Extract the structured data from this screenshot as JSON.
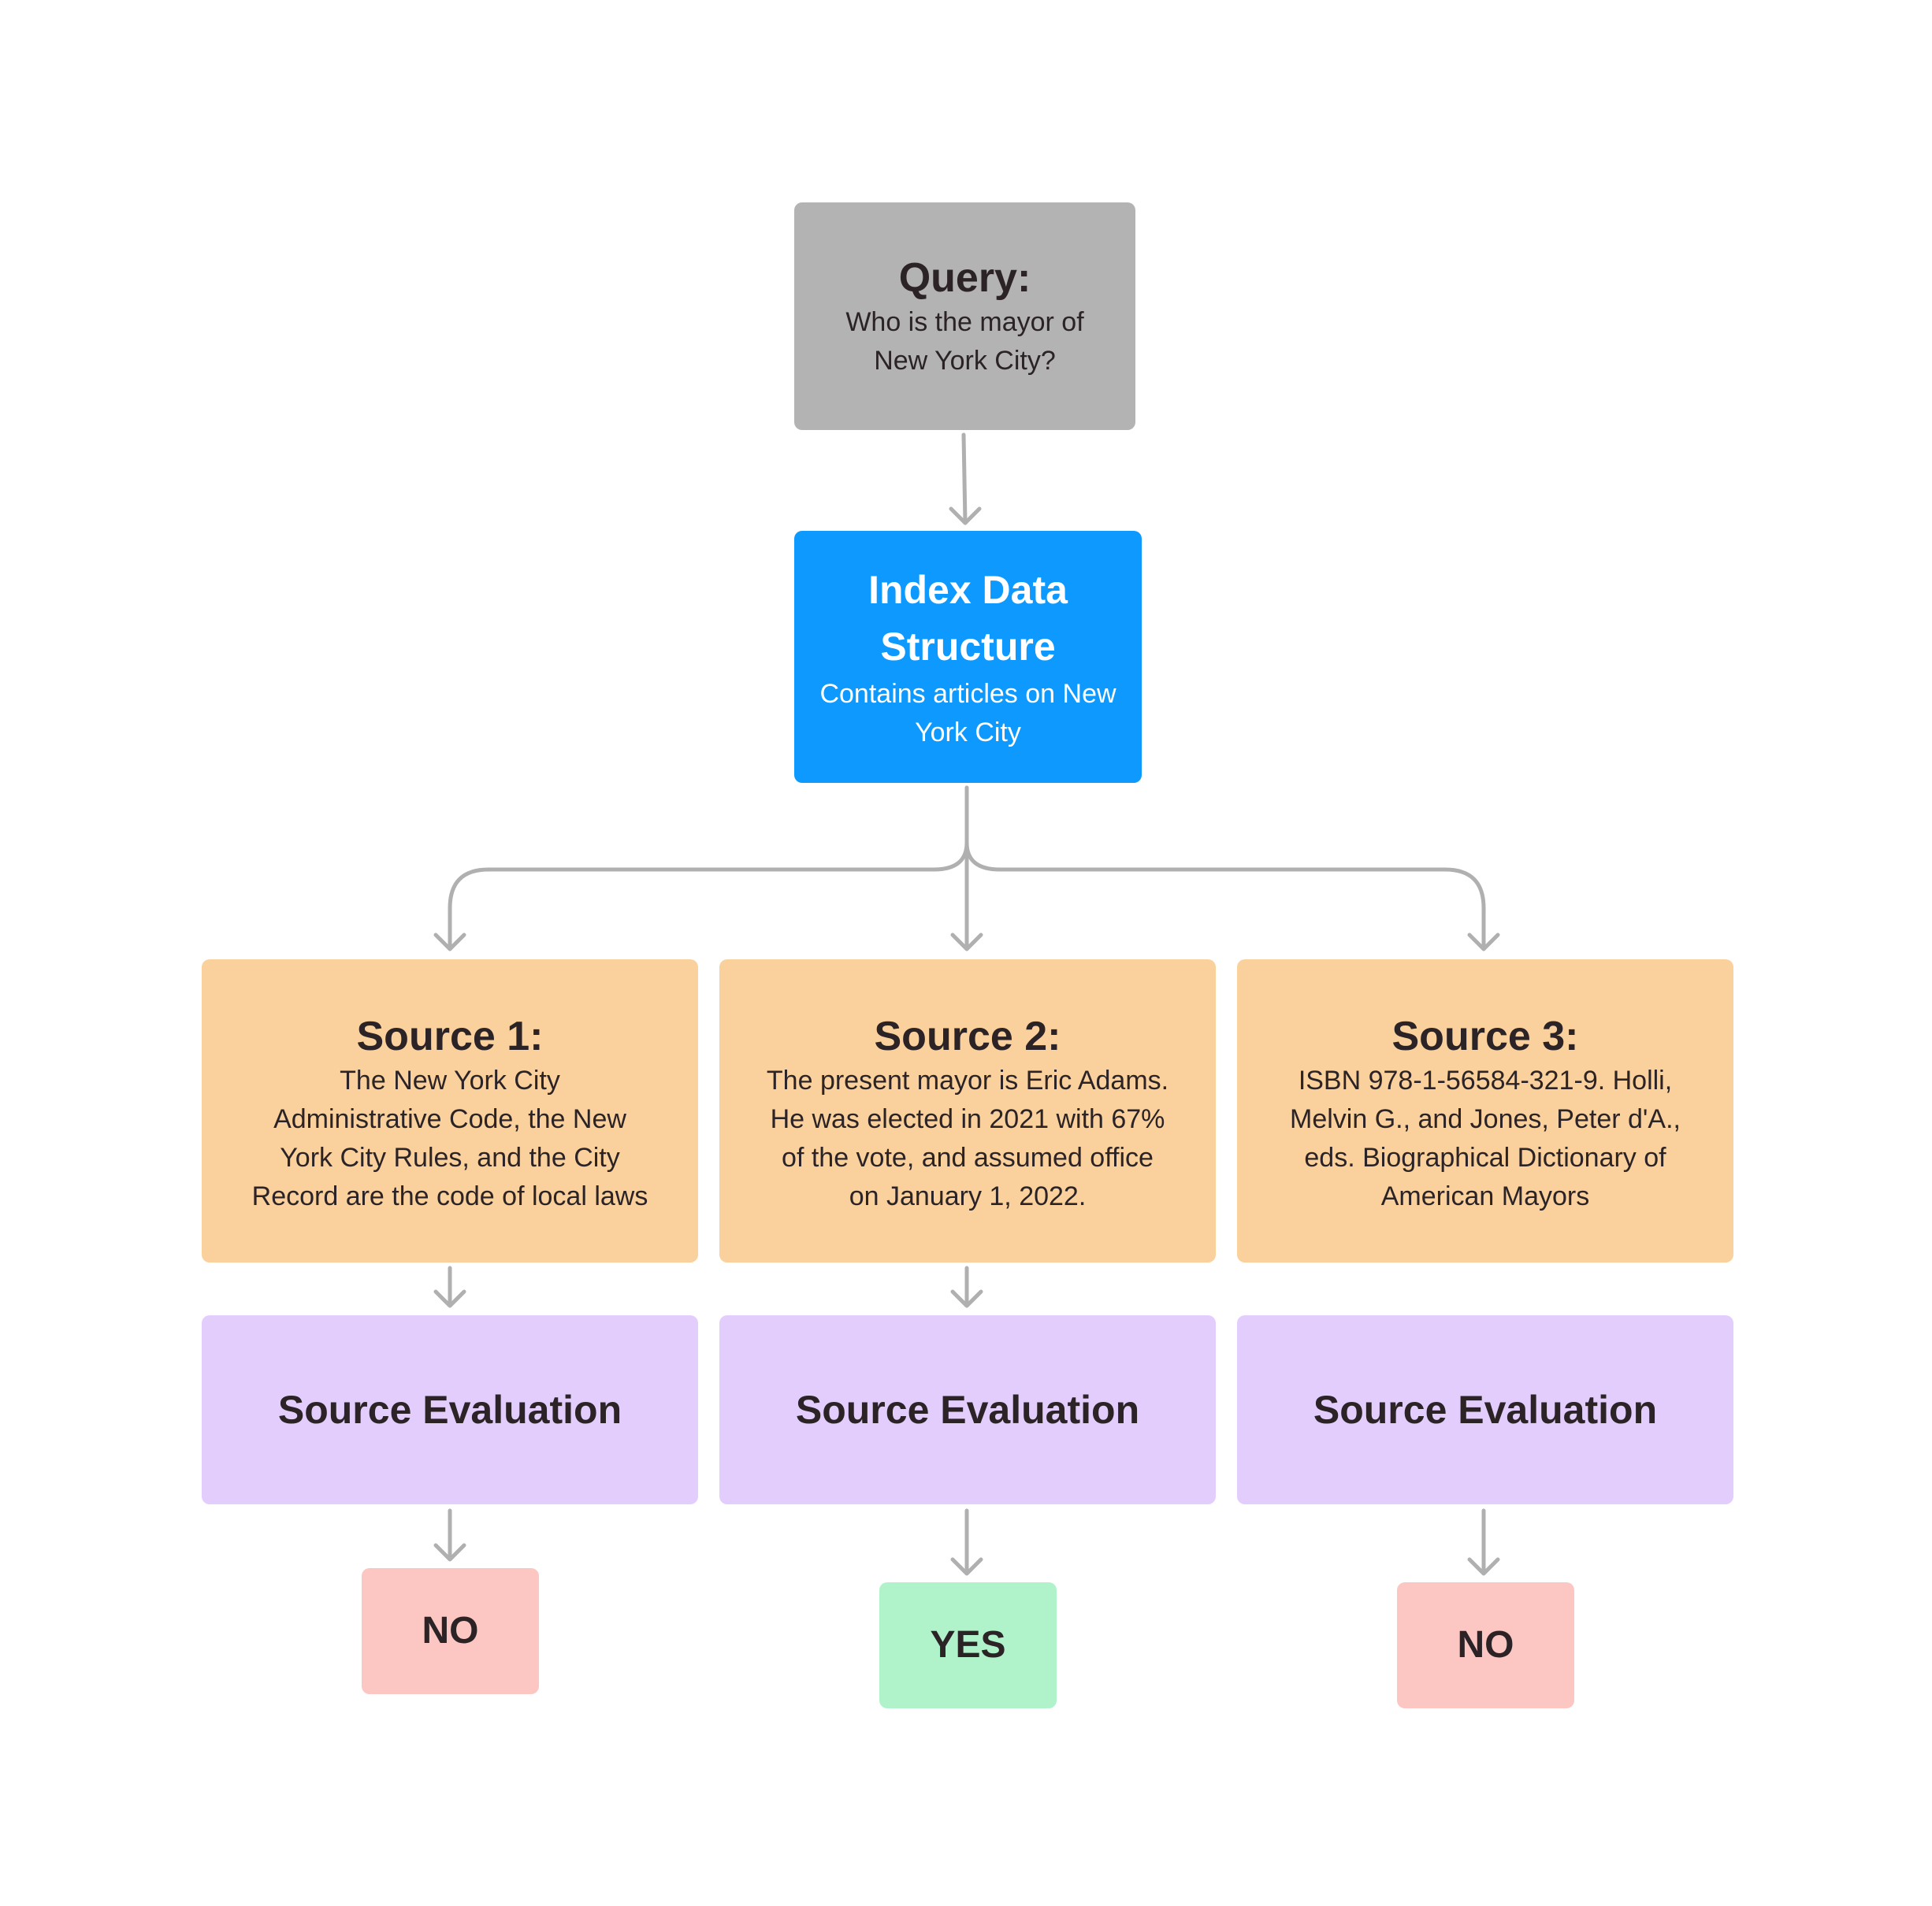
{
  "query": {
    "title": "Query:",
    "lines": [
      "Who is the mayor of",
      "New York City?"
    ],
    "color": "#b3b3b3"
  },
  "index": {
    "title_lines": [
      "Index Data",
      "Structure"
    ],
    "lines": [
      "Contains articles on New",
      "York City"
    ],
    "color": "#0d99fd"
  },
  "sources": [
    {
      "title": "Source 1:",
      "lines": [
        "The New York City",
        "Administrative Code, the New",
        "York City Rules, and the City",
        "Record are the code of local laws"
      ]
    },
    {
      "title": "Source 2:",
      "lines": [
        "The present mayor is Eric Adams.",
        "He was elected in 2021 with 67%",
        "of the vote, and assumed office",
        "on January 1, 2022."
      ]
    },
    {
      "title": "Source 3:",
      "lines": [
        "ISBN 978-1-56584-321-9. Holli,",
        "Melvin G., and Jones, Peter d'A.,",
        "eds. Biographical Dictionary of",
        "American Mayors"
      ]
    }
  ],
  "evaluations": [
    {
      "label": "Source Evaluation"
    },
    {
      "label": "Source Evaluation"
    },
    {
      "label": "Source Evaluation"
    }
  ],
  "results": [
    {
      "label": "NO"
    },
    {
      "label": "YES"
    },
    {
      "label": "NO"
    }
  ],
  "colors": {
    "source_box": "#fad19c",
    "evaluation_box": "#e3cdfd",
    "result_no": "#fcc7c3",
    "result_yes": "#b0f3cb",
    "connector": "#b0b0b0"
  }
}
